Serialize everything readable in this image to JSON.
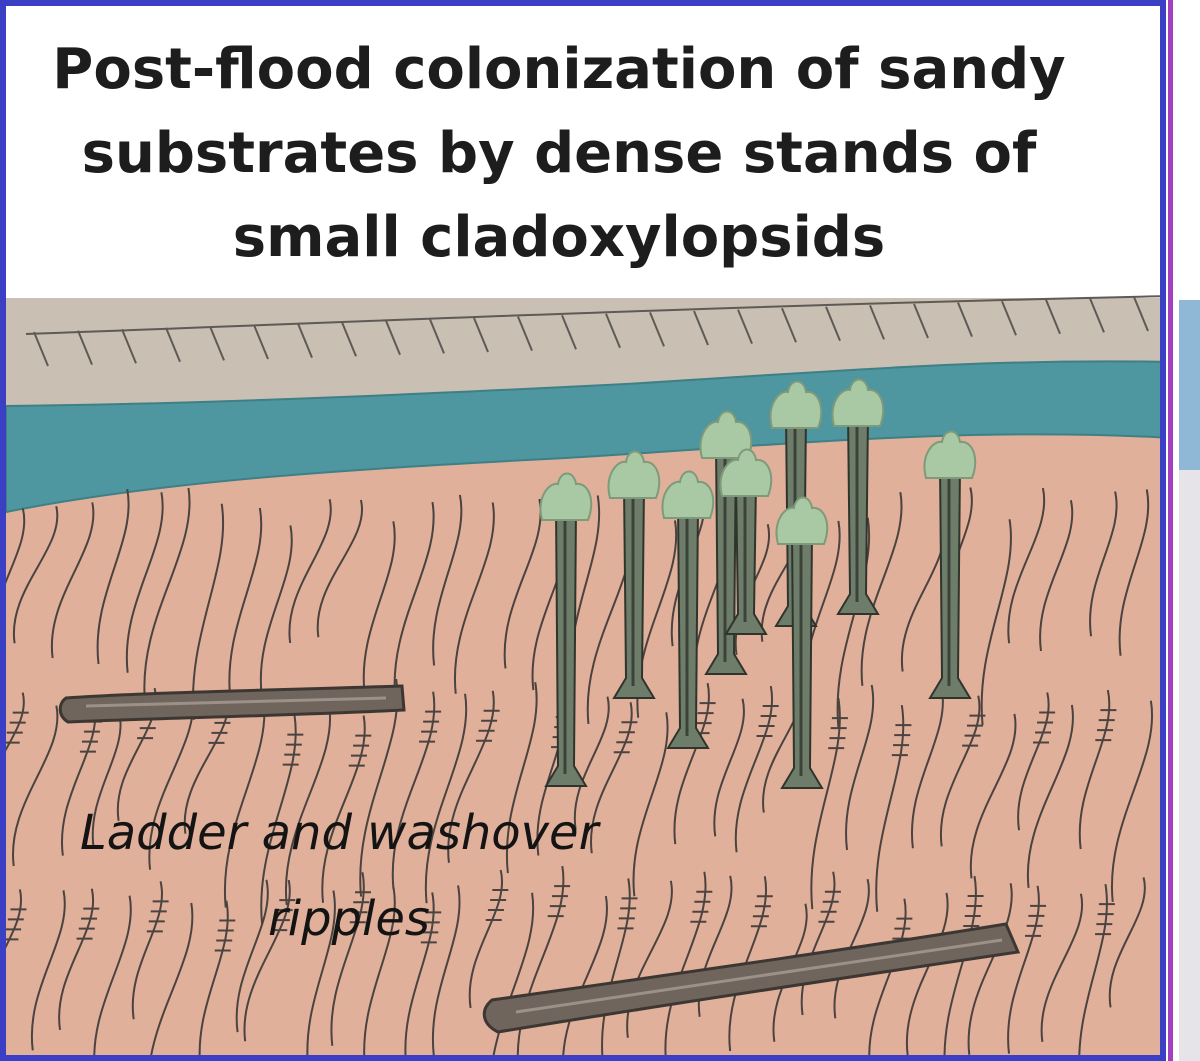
{
  "title": {
    "lines": [
      "Post-flood colonization of sandy",
      "substrates by dense stands of",
      "small cladoxylopsids"
    ]
  },
  "annotation": {
    "lines": [
      "Ladder and washover",
      "ripples"
    ]
  },
  "colors": {
    "panel_border": "#3a3fc4",
    "neighbor_border": "#a43fc0",
    "far_bank": "#c9bfb3",
    "river": "#4e96a0",
    "sand": "#e1b09a",
    "tree_crown": "#a9c9a4",
    "tree_trunk": "#6e7c6a",
    "log": "#6f655d"
  },
  "icons": [
    "cladoxylopsid-tree-icon",
    "fallen-log-icon",
    "ripple-mark-icon"
  ]
}
